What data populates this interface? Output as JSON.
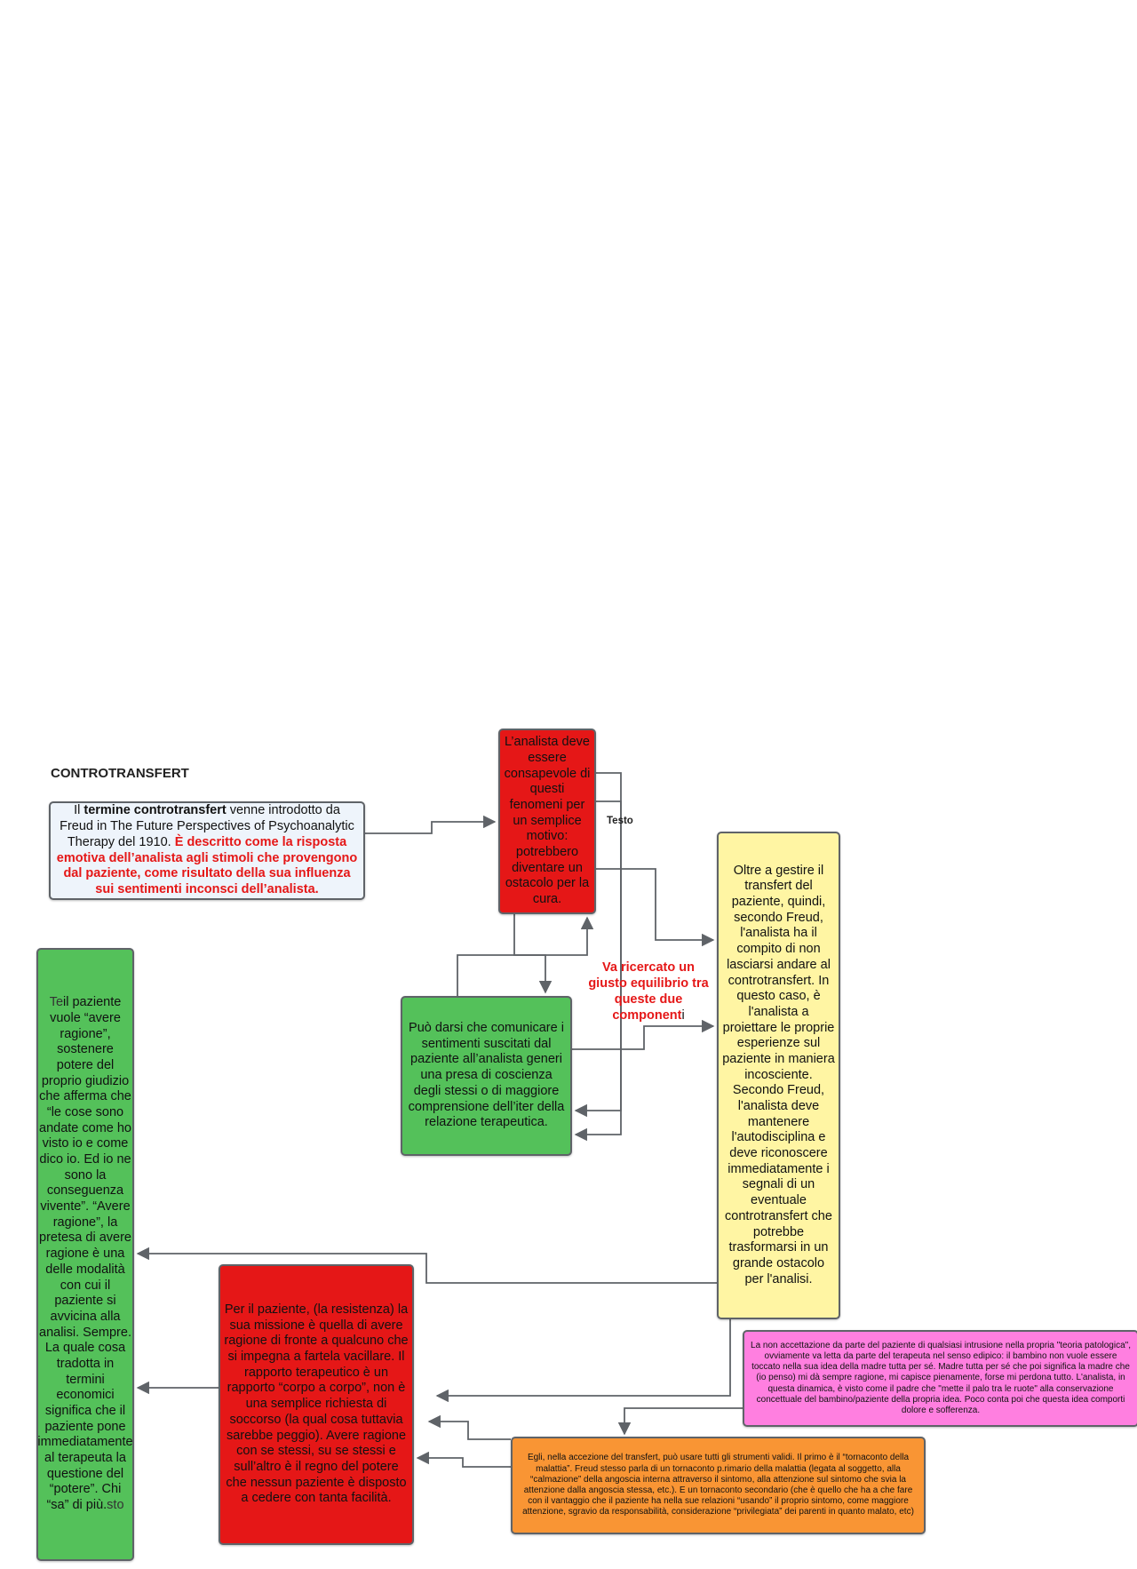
{
  "diagram": {
    "title": "CONTROTRANSFERT",
    "colors": {
      "blue_node": "#eef4fb",
      "red_node": "#e51717",
      "yellow_node": "#fff5a3",
      "green_node": "#54c15a",
      "pink_node": "#ff7fe0",
      "orange_node": "#f99534",
      "connector": "#5f6368"
    },
    "nodes": {
      "intro": {
        "part1": "Il ",
        "bold": "termine controtransfert",
        "part2": " venne introdotto da Freud in The Future Perspectives of Psychoanalytic Therapy del 1910. ",
        "highlight": "È descritto come la risposta emotiva dell’analista agli stimoli che provengono dal paziente, come risultato della sua influenza sui sentimenti inconsci dell’analista."
      },
      "awareness": {
        "text": "L’analista deve essere consapevole di questi fenomeni per un semplice motivo: potrebbero diventare un ostacolo per la cura."
      },
      "freud_duty": {
        "text": "Oltre a gestire il transfert del paziente, quindi, secondo Freud, l'analista ha il compito di non lasciarsi andare al controtransfert. In questo caso, è l'analista a proiettare le proprie esperienze sul paziente in maniera incosciente. Secondo Freud, l'analista deve mantenere l'autodisciplina e deve riconoscere immediatamente i segnali di un eventuale controtransfert che potrebbe trasformarsi in un grande ostacolo per l'analisi."
      },
      "communication": {
        "text": "Può darsi che comunicare i sentimenti suscitati dal paziente all’analista generi una presa di coscienza degli stessi o di maggiore comprensione dell’iter della relazione terapeutica."
      },
      "patient_reason": {
        "prefix": "Te",
        "text": "il paziente vuole “avere ragione”, sostenere potere del proprio giudizio che afferma che “le cose sono andate come ho visto io e come dico io. Ed io ne sono la conseguenza vivente”. “Avere ragione”, la pretesa di avere ragione è una delle modalità con cui il paziente si avvicina alla analisi. Sempre. La quale cosa tradotta in termini economici significa che il paziente pone immediatamente al terapeuta la questione del “potere”. Chi “sa” di più.",
        "suffix": "sto"
      },
      "resistance": {
        "text": "Per il paziente, (la resistenza) la sua missione è quella di avere ragione di fronte a qualcuno che si impegna a fartela vacillare. Il rapporto terapeutico è un rapporto “corpo a corpo”, non è una semplice richiesta di soccorso (la qual cosa tuttavia sarebbe peggio). Avere ragione con se stessi, su se stessi e sull’altro è il regno del potere che nessun paziente è disposto a cedere con tanta facilità."
      },
      "oedipal": {
        "text": "La non accettazione da parte del paziente di qualsiasi intrusione nella propria \"teoria patologica\", ovviamente va letta da parte del terapeuta nel senso edipico: il bambino non vuole essere toccato nella sua idea della madre tutta per sé. Madre tutta per sé che poi significa la madre che (io penso) mi dà sempre ragione, mi capisce pienamente, forse mi perdona tutto. L'analista, in questa dinamica, è visto come il padre che \"mette il palo tra le ruote\" alla conservazione concettuale del bambino/paziente della propria idea. Poco conta poi che questa idea comporti dolore e sofferenza."
      },
      "illness_gain": {
        "text": "Egli, nella accezione del transfert, può usare tutti gli strumenti validi. Il primo è il “tornaconto della malattia”. Freud stesso parla di un tornaconto p.rimario della malattia (legata al soggetto, alla “calmazione” della angoscia interna attraverso il sintomo, alla attenzione sul sintomo che svia la attenzione dalla angoscia stessa, etc.). E un tornaconto secondario (che è quello che ha a che fare con il vantaggio che il paziente ha nella sue relazioni “usando” il proprio sintomo, come maggiore attenzione, sgravio da responsabilità, considerazione “privilegiata” dei parenti in quanto malato, etc)"
      }
    },
    "labels": {
      "edge_label": "Testo",
      "balance_note": "Va ricercato un giusto equilibrio tra queste due component",
      "balance_note_tail": "i"
    }
  }
}
